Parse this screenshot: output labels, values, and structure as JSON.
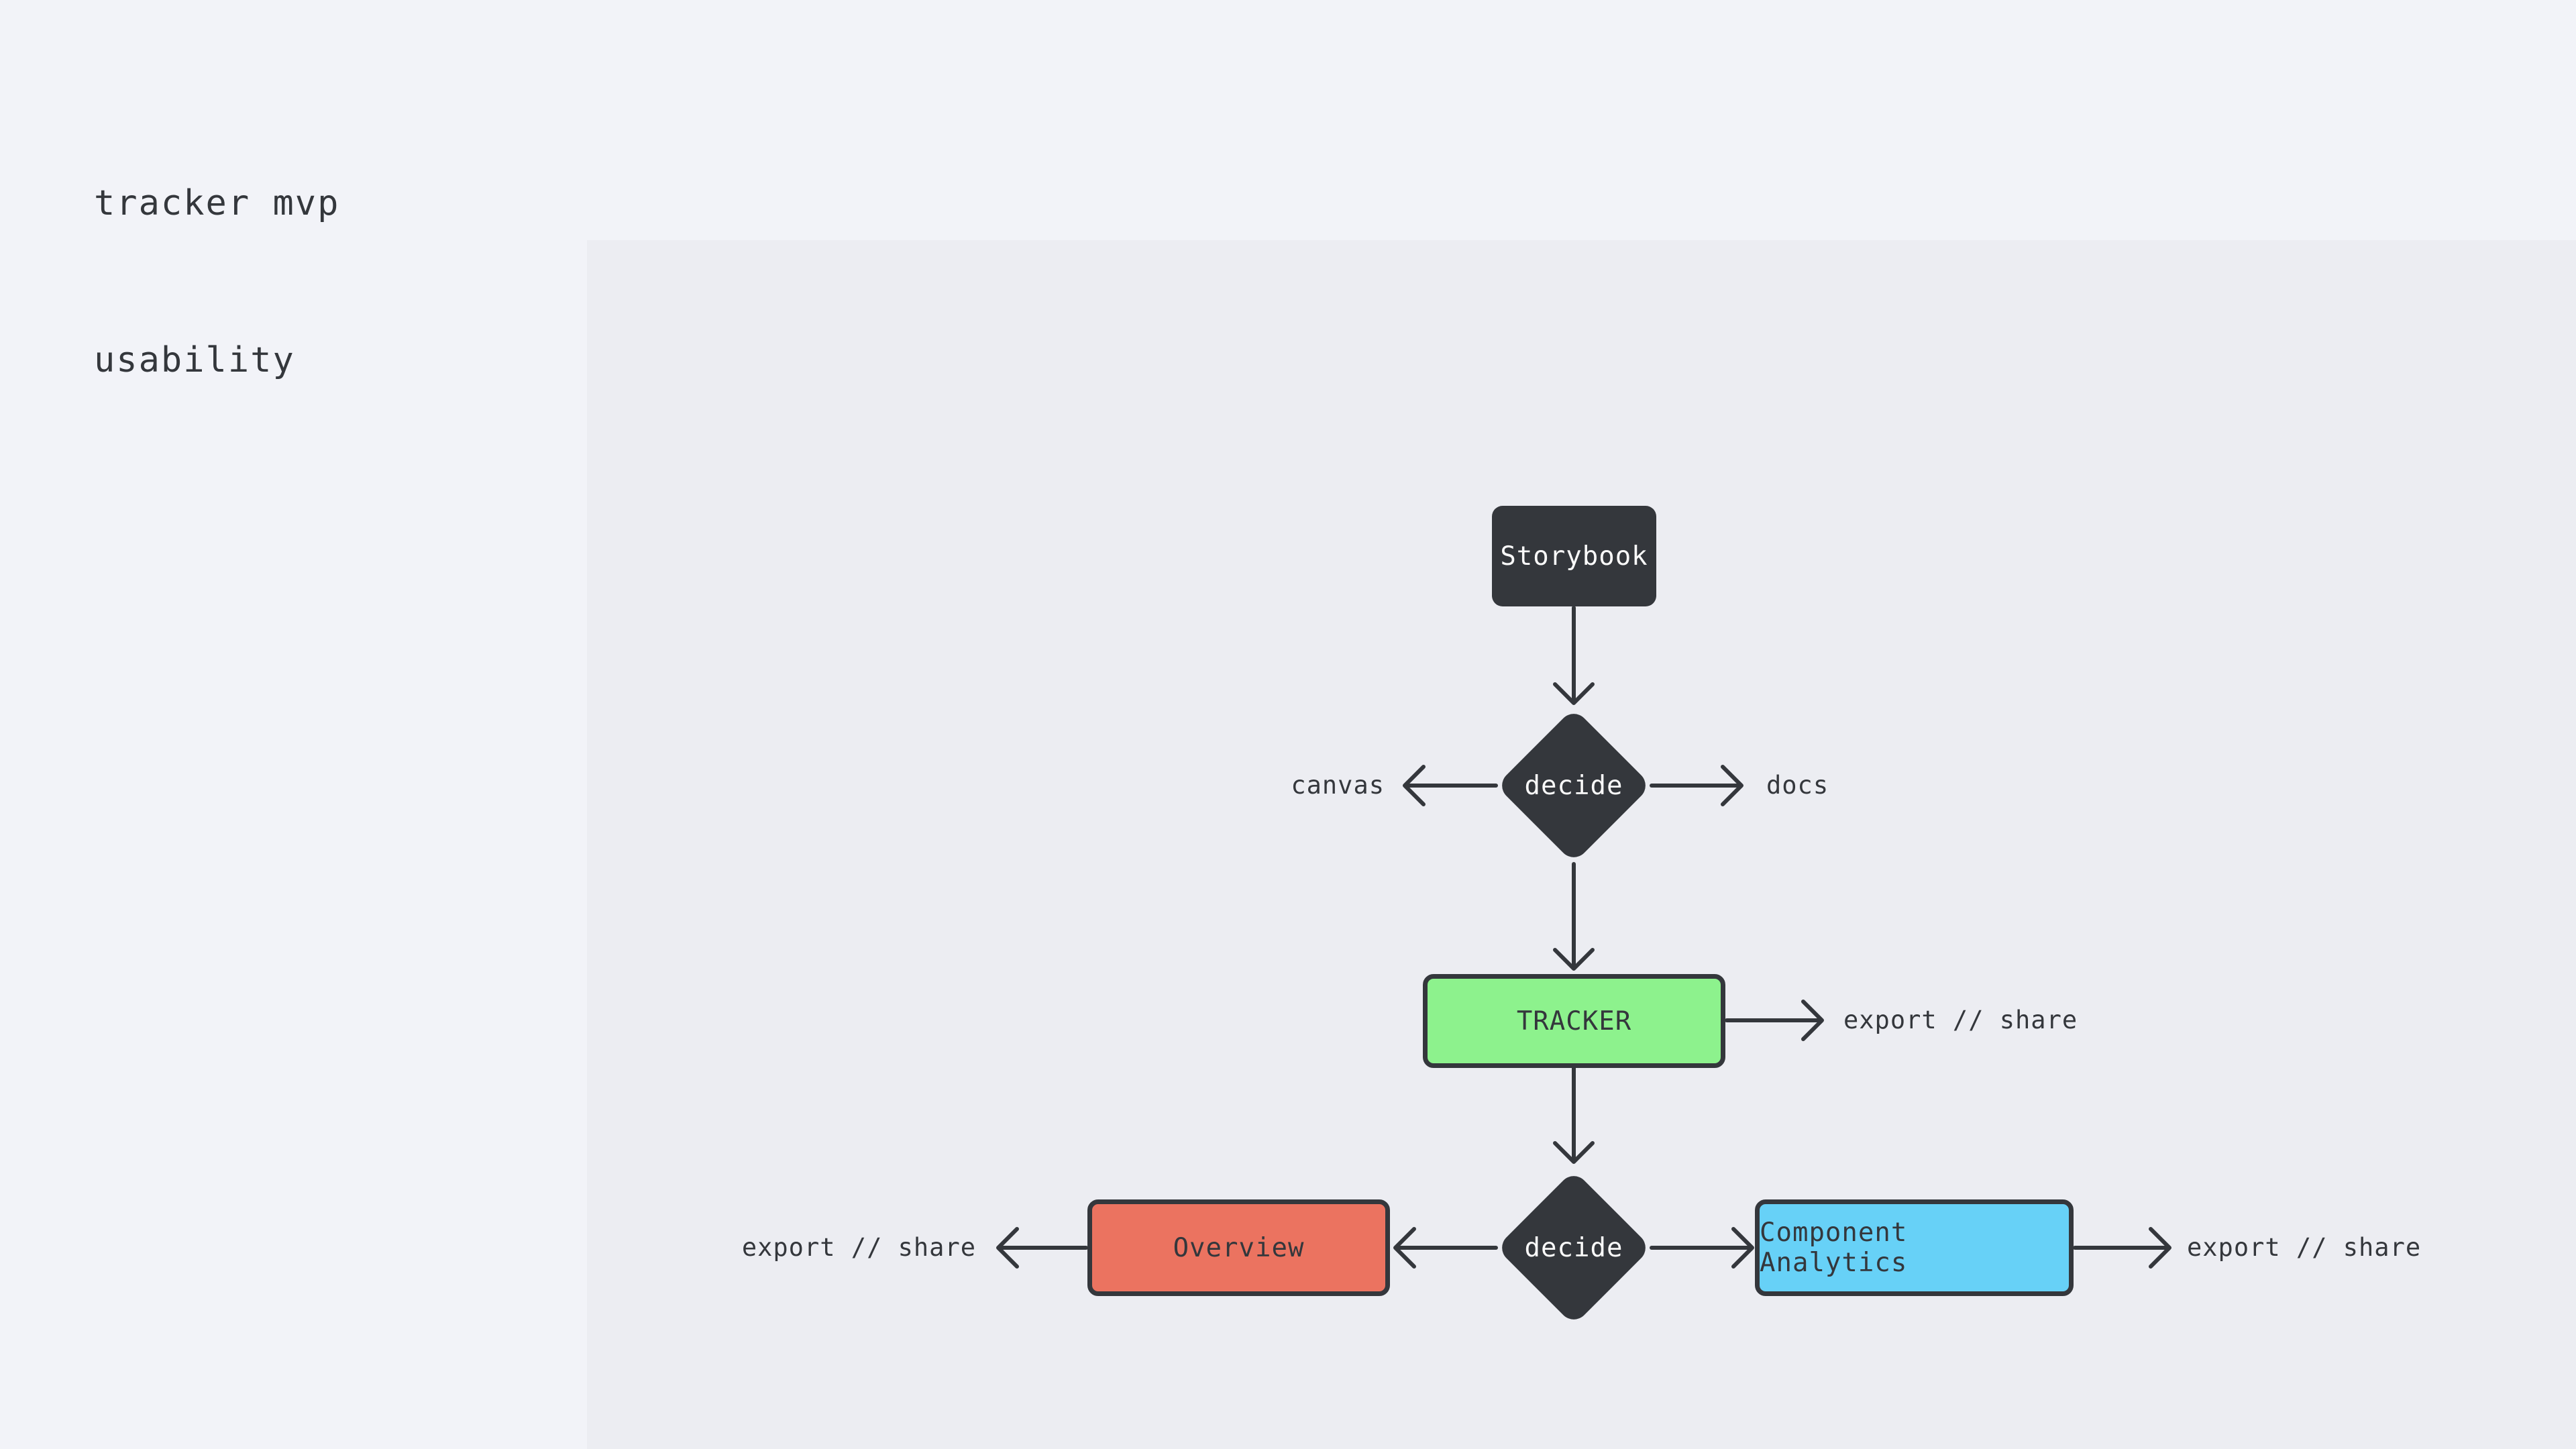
{
  "title": {
    "line1": "tracker mvp",
    "line2": "usability"
  },
  "colors": {
    "page_background": "#F2F3F8",
    "frame_background": "#ECEDF2",
    "node_dark": "#34373C",
    "node_green": "#8DF28D",
    "node_red": "#EB7360",
    "node_blue": "#67D1F7",
    "edge_stroke": "#34373C",
    "node_text_light": "#FAFAFA",
    "text_dark": "#34373C"
  },
  "diagram": {
    "nodes": [
      {
        "id": "storybook",
        "label": "Storybook",
        "shape": "rectangle",
        "fill": "dark"
      },
      {
        "id": "decide-top",
        "label": "decide",
        "shape": "diamond",
        "fill": "dark"
      },
      {
        "id": "tracker",
        "label": "TRACKER",
        "shape": "rectangle",
        "fill": "green"
      },
      {
        "id": "decide-bottom",
        "label": "decide",
        "shape": "diamond",
        "fill": "dark"
      },
      {
        "id": "overview",
        "label": "Overview",
        "shape": "rectangle",
        "fill": "red"
      },
      {
        "id": "component-analytics",
        "label": "Component Analytics",
        "shape": "rectangle",
        "fill": "blue"
      }
    ],
    "edges": [
      {
        "from": "storybook",
        "to": "decide-top"
      },
      {
        "from": "decide-top",
        "to": "canvas-label"
      },
      {
        "from": "decide-top",
        "to": "docs-label"
      },
      {
        "from": "decide-top",
        "to": "tracker"
      },
      {
        "from": "tracker",
        "to": "export-share-label-right-of-tracker"
      },
      {
        "from": "tracker",
        "to": "decide-bottom"
      },
      {
        "from": "decide-bottom",
        "to": "overview"
      },
      {
        "from": "overview",
        "to": "export-share-label-left"
      },
      {
        "from": "decide-bottom",
        "to": "component-analytics"
      },
      {
        "from": "component-analytics",
        "to": "export-share-label-right"
      }
    ],
    "edge_labels": {
      "canvas": "canvas",
      "docs": "docs",
      "export_share": "export // share"
    }
  }
}
